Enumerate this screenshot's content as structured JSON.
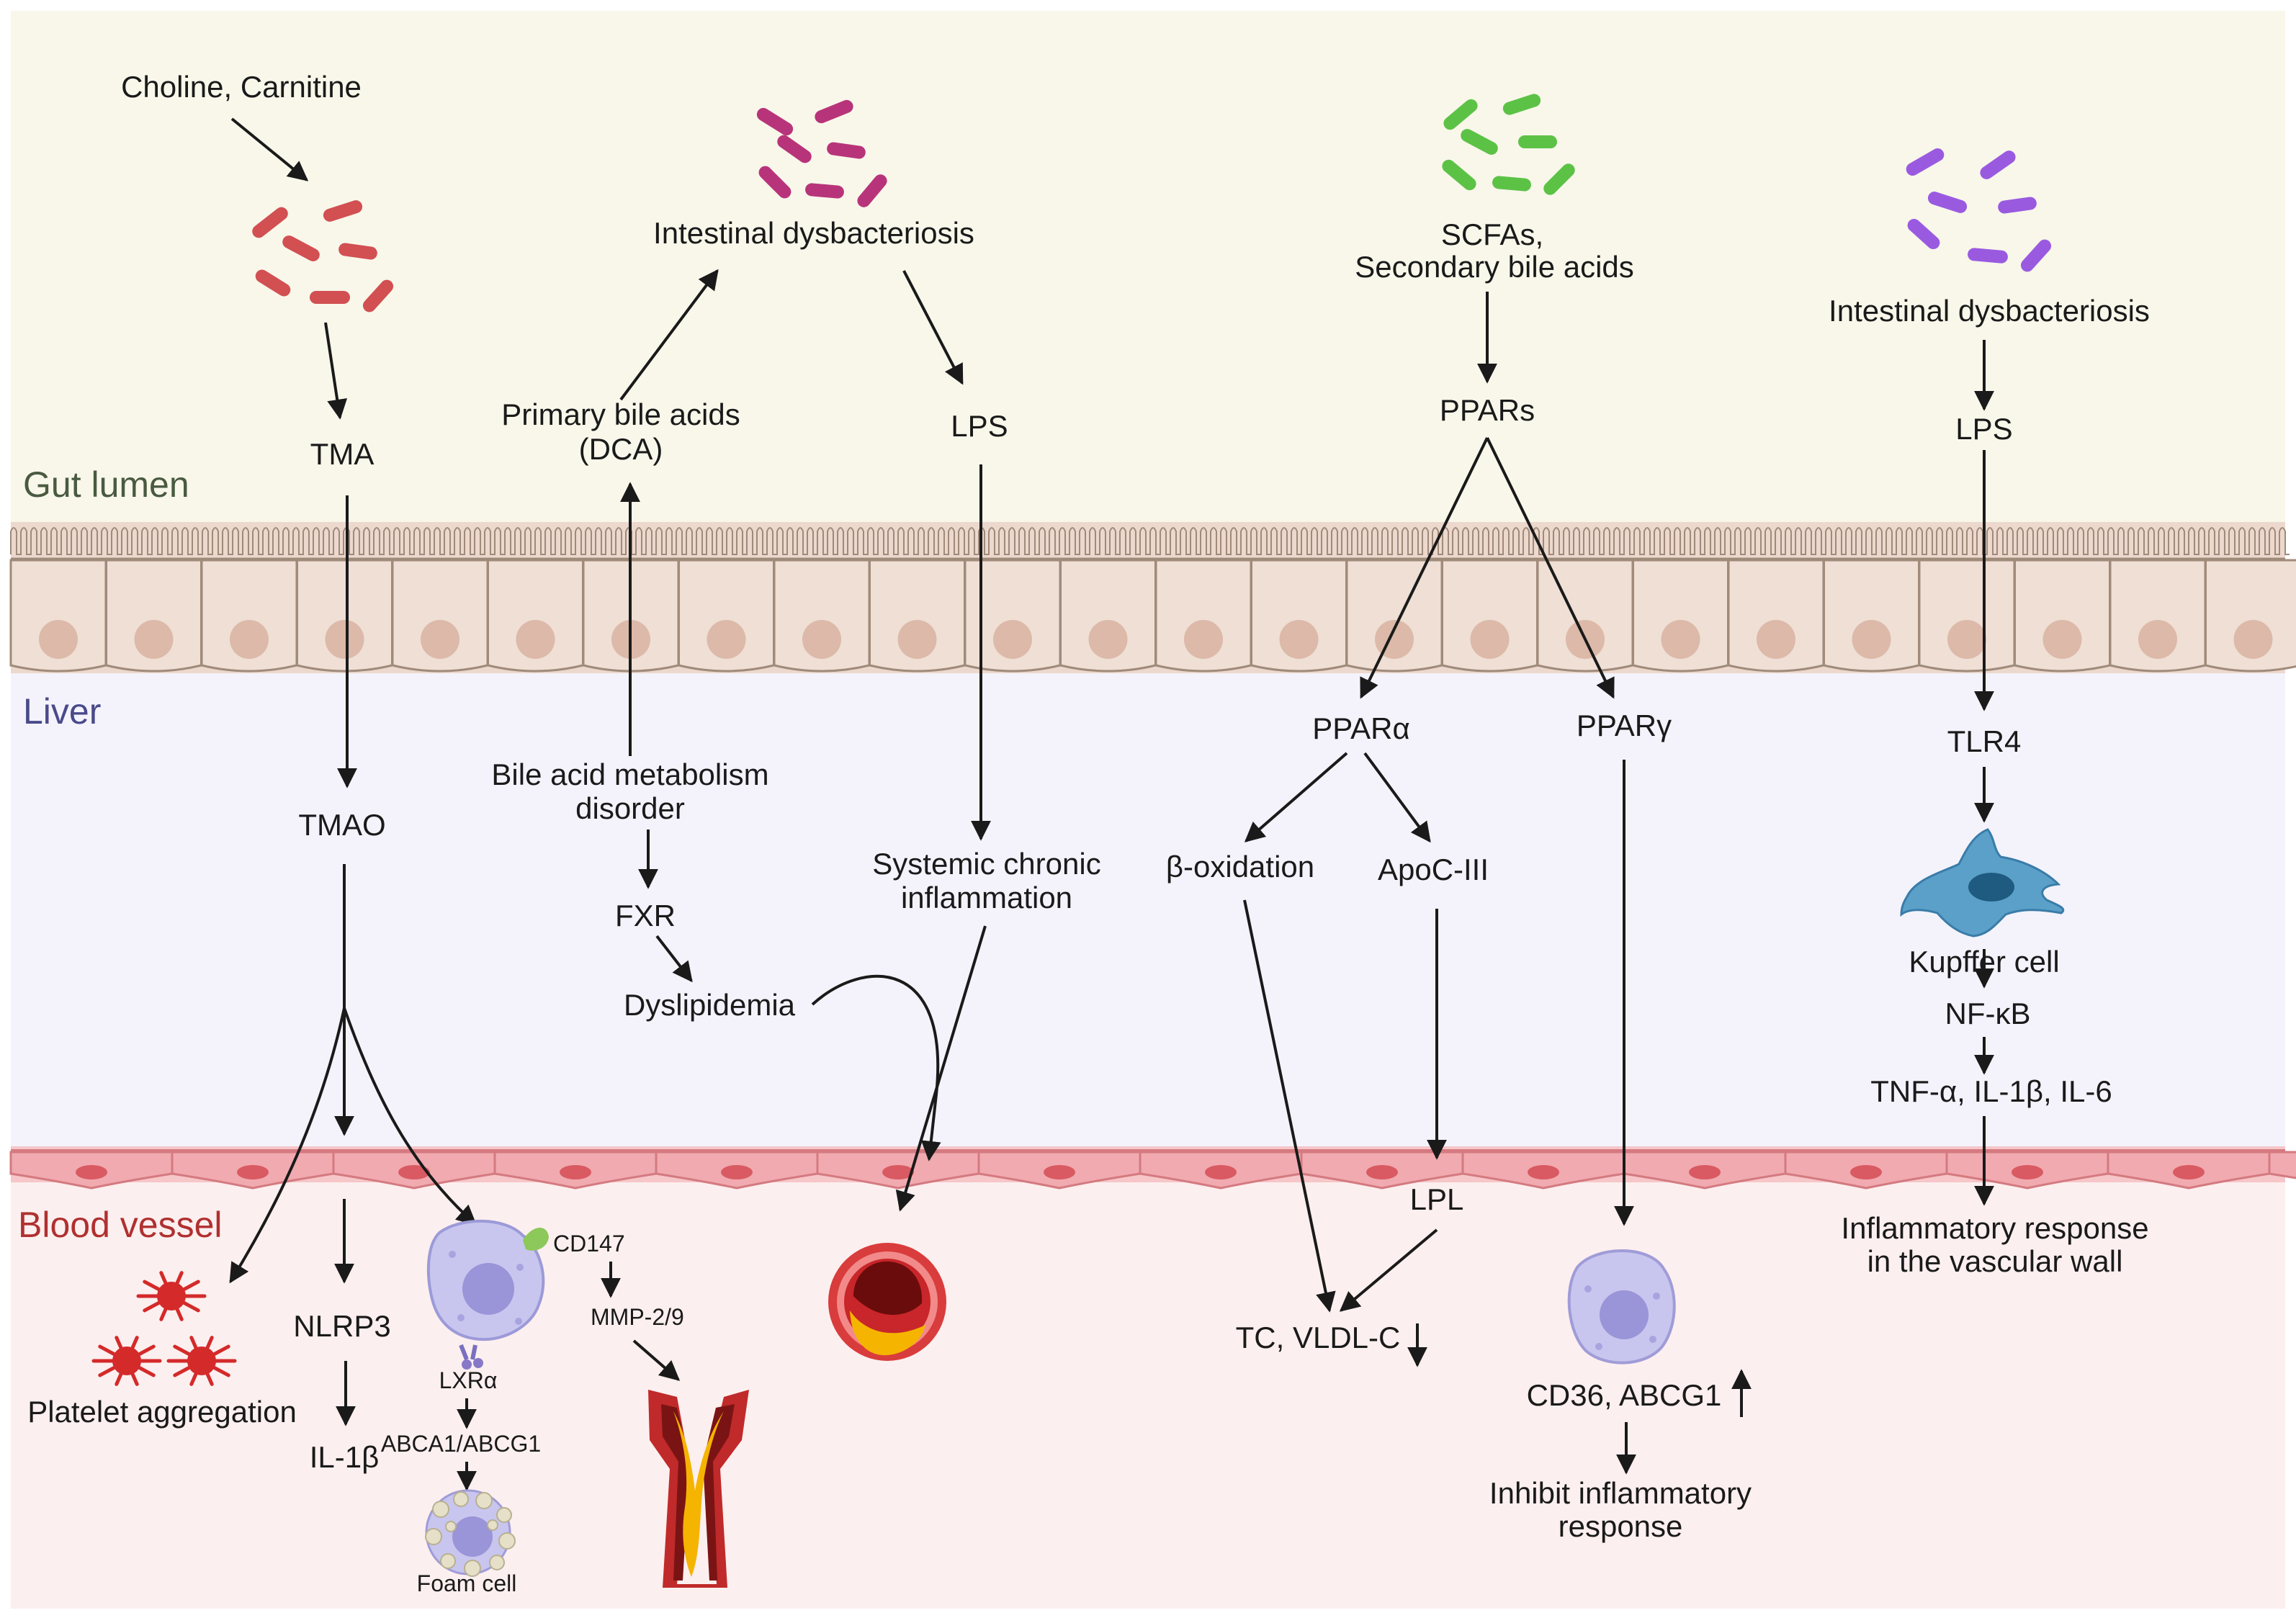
{
  "regions": {
    "gut_lumen": "Gut lumen",
    "liver": "Liver",
    "blood_vessel": "Blood vessel"
  },
  "colors": {
    "gut_bg": "#f8f7ea",
    "liver_bg": "#f4f3fc",
    "vessel_bg": "#fcefef",
    "epithelium": "#ecd8cd",
    "nucleus": "#dcb9a8",
    "endothelium": "#f0aab0",
    "gut_label": "#4a5a40",
    "liver_label": "#4a4a8a",
    "vessel_label": "#b03030",
    "bacteria_red": "#d24f52",
    "bacteria_magenta": "#b8347a",
    "bacteria_green": "#5cc246",
    "bacteria_purple": "#9a5ae0",
    "macrophage": "#c8c6ee",
    "kupffer": "#5aa0c8",
    "platelet": "#d42a2a"
  },
  "icons": [
    "bacteria-cluster-icon",
    "platelet-icon",
    "macrophage-icon",
    "foam-cell-icon",
    "kupffer-cell-icon",
    "artery-plaque-icon",
    "artery-cross-section-icon"
  ],
  "col1": {
    "choline": "Choline, Carnitine",
    "tma": "TMA",
    "tmao": "TMAO",
    "nlrp3": "NLRP3",
    "il1b": "IL-1β",
    "platelet": "Platelet aggregation",
    "cd147": "CD147",
    "mmp": "MMP-2/9",
    "lxra": "LXRα",
    "abca1": "ABCA1/ABCG1",
    "foam": "Foam cell"
  },
  "col2": {
    "dysbact": "Intestinal dysbacteriosis",
    "primary_1": "Primary bile acids",
    "primary_2": "(DCA)",
    "lps": "LPS",
    "bile_1": "Bile acid metabolism",
    "bile_2": "disorder",
    "fxr": "FXR",
    "dyslipidemia": "Dyslipidemia",
    "systemic_1": "Systemic chronic",
    "systemic_2": "inflammation"
  },
  "col3": {
    "scfa_1": "SCFAs,",
    "scfa_2": "Secondary bile acids",
    "ppars": "PPARs",
    "ppara": "PPARα",
    "pparg": "PPARγ",
    "boxidation": "β-oxidation",
    "apoc": "ApoC-III",
    "lpl": "LPL",
    "tc": "TC, VLDL-C",
    "cd36": "CD36, ABCG1",
    "inhibit_1": "Inhibit inflammatory",
    "inhibit_2": "response"
  },
  "col4": {
    "dysbact": "Intestinal dysbacteriosis",
    "lps": "LPS",
    "tlr4": "TLR4",
    "kupffer": "Kupffer cell",
    "nfkb": "NF-κB",
    "cytokines": "TNF-α, IL-1β, IL-6",
    "vascular_1": "Inflammatory response",
    "vascular_2": "in the vascular wall"
  }
}
